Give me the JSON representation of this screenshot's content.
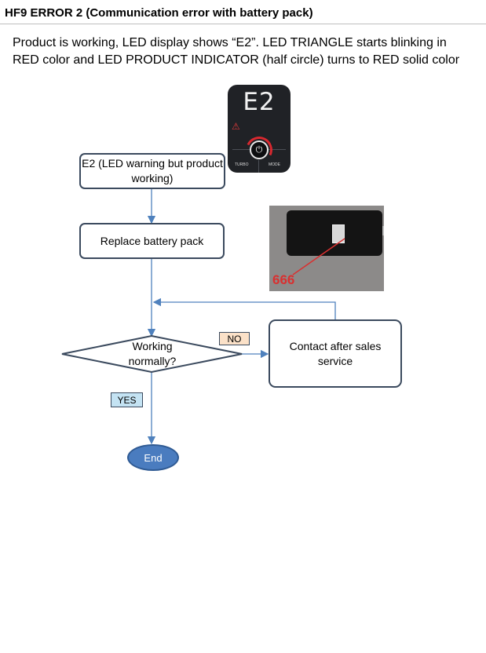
{
  "title": "HF9  ERROR 2 (Communication error with battery pack)",
  "description": "Product is working, LED display shows “E2”. LED TRIANGLE starts blinking in RED color and LED PRODUCT INDICATOR (half circle) turns to RED solid color",
  "panel": {
    "code": "E2",
    "turbo_label": "TURBO",
    "mode_label": "MODE",
    "triangle_color": "#e23a3a"
  },
  "battery_photo": {
    "code": "666"
  },
  "flow": {
    "start_label": "E2 (LED warning but product working)",
    "step_label": "Replace battery pack",
    "decision_label": "Working normally?",
    "no_label": "NO",
    "yes_label": "YES",
    "contact_label": "Contact after sales service",
    "end_label": "End"
  },
  "colors": {
    "border": "#3b4a5e",
    "arrow": "#4f81bd",
    "no_tag": "#fbe1c8",
    "yes_tag": "#c4e3f3",
    "end_fill": "#4a7cbf"
  }
}
